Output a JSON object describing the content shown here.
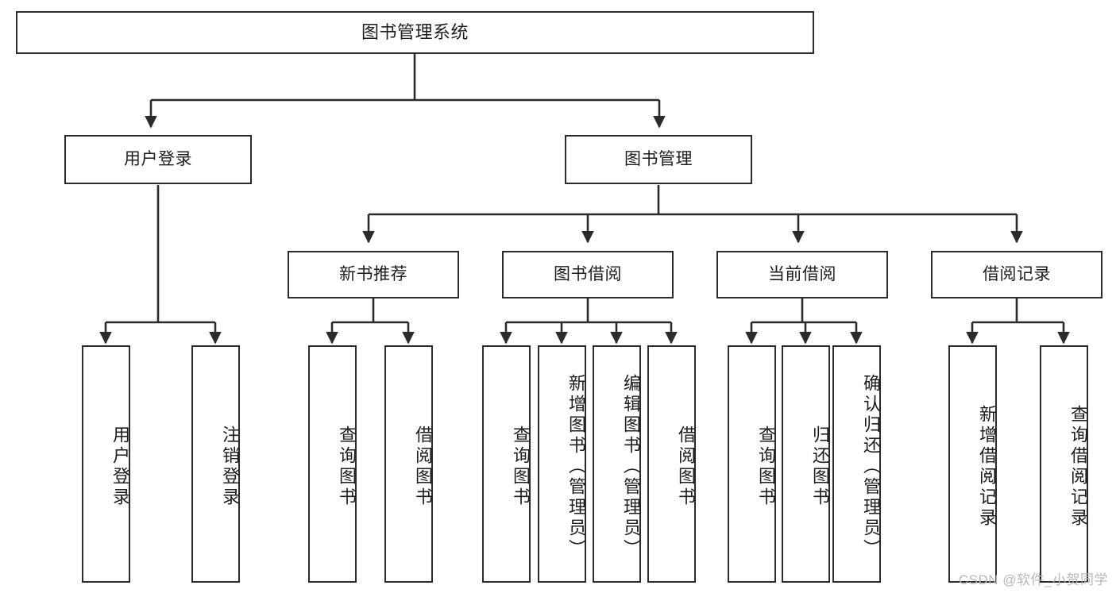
{
  "diagram": {
    "type": "tree-hierarchy",
    "title": "图书管理系统",
    "root": {
      "label": "图书管理系统"
    },
    "level2": [
      {
        "id": "user-login",
        "label": "用户登录"
      },
      {
        "id": "book-management",
        "label": "图书管理"
      }
    ],
    "level3": [
      {
        "id": "new-book-recommend",
        "label": "新书推荐"
      },
      {
        "id": "book-borrow",
        "label": "图书借阅"
      },
      {
        "id": "current-borrow",
        "label": "当前借阅"
      },
      {
        "id": "borrow-record",
        "label": "借阅记录"
      }
    ],
    "leaves": {
      "user_login": [
        {
          "id": "leaf-user-login",
          "label": "用户登录"
        },
        {
          "id": "leaf-logout-login",
          "label": "注销登录"
        }
      ],
      "new_book_recommend": [
        {
          "id": "leaf-query-book-1",
          "label": "查询图书"
        },
        {
          "id": "leaf-borrow-book-1",
          "label": "借阅图书"
        }
      ],
      "book_borrow": [
        {
          "id": "leaf-query-book-2",
          "label": "查询图书"
        },
        {
          "id": "leaf-add-book",
          "label": "新增图书（管理员）"
        },
        {
          "id": "leaf-edit-book",
          "label": "编辑图书（管理员）"
        },
        {
          "id": "leaf-borrow-book-2",
          "label": "借阅图书"
        }
      ],
      "current_borrow": [
        {
          "id": "leaf-query-book-3",
          "label": "查询图书"
        },
        {
          "id": "leaf-return-book",
          "label": "归还图书"
        },
        {
          "id": "leaf-confirm-return",
          "label": "确认归还（管理员）"
        }
      ],
      "borrow_record": [
        {
          "id": "leaf-add-record",
          "label": "新增借阅记录"
        },
        {
          "id": "leaf-query-record",
          "label": "查询借阅记录"
        }
      ]
    },
    "colors": {
      "border": "#2b2b2b",
      "background": "#ffffff",
      "text": "#1d1d1d",
      "watermark": "#b8b8b8"
    }
  },
  "watermark": {
    "text": "CSDN @软件_小贺同学"
  }
}
